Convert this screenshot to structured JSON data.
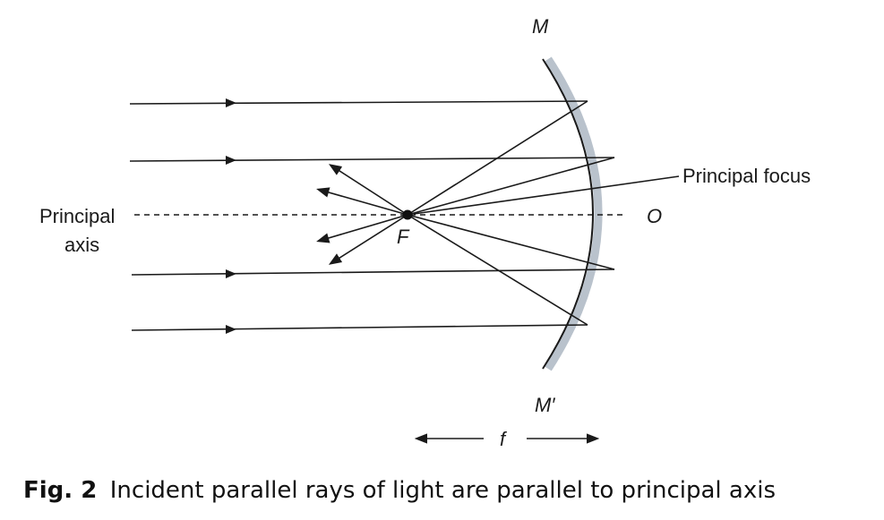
{
  "labels": {
    "mirror_top": "M",
    "mirror_bottom": "M′",
    "pole": "O",
    "focus_point": "F",
    "principal_focus": "Principal focus",
    "principal_axis_line1": "Principal",
    "principal_axis_line2": "axis",
    "focal_length": "f"
  },
  "caption": {
    "fig_label": "Fig. 2",
    "text": "Incident parallel rays of light are parallel to principal axis"
  },
  "colors": {
    "ink": "#1a1a1a",
    "mirror_shade": "#b9c2cc"
  }
}
